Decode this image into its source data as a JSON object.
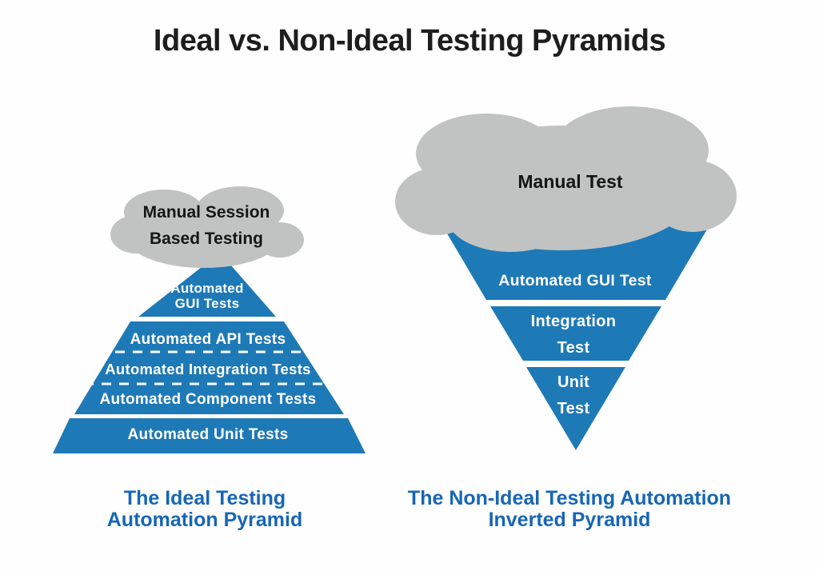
{
  "title": "Ideal vs. Non-Ideal Testing Pyramids",
  "colors": {
    "pyramid_blue": "#1e79b7",
    "cloud_gray": "#c1c3c2",
    "caption_blue": "#1766b5",
    "title_black": "#1d1d1d",
    "layer_text": "#ffffff"
  },
  "ideal": {
    "cloud": {
      "line1": "Manual Session",
      "line2": "Based Testing"
    },
    "layers": {
      "gui_line1": "Automated",
      "gui_line2": "GUI Tests",
      "api": "Automated API Tests",
      "integration": "Automated Integration Tests",
      "component": "Automated Component Tests",
      "unit": "Automated Unit Tests"
    },
    "caption": {
      "line1": "The Ideal Testing",
      "line2": "Automation Pyramid"
    }
  },
  "non_ideal": {
    "cloud": "Manual Test",
    "layers": {
      "gui": "Automated GUI Test",
      "integration_line1": "Integration",
      "integration_line2": "Test",
      "unit_line1": "Unit",
      "unit_line2": "Test"
    },
    "caption": {
      "line1": "The Non-Ideal Testing Automation",
      "line2": "Inverted Pyramid"
    }
  }
}
